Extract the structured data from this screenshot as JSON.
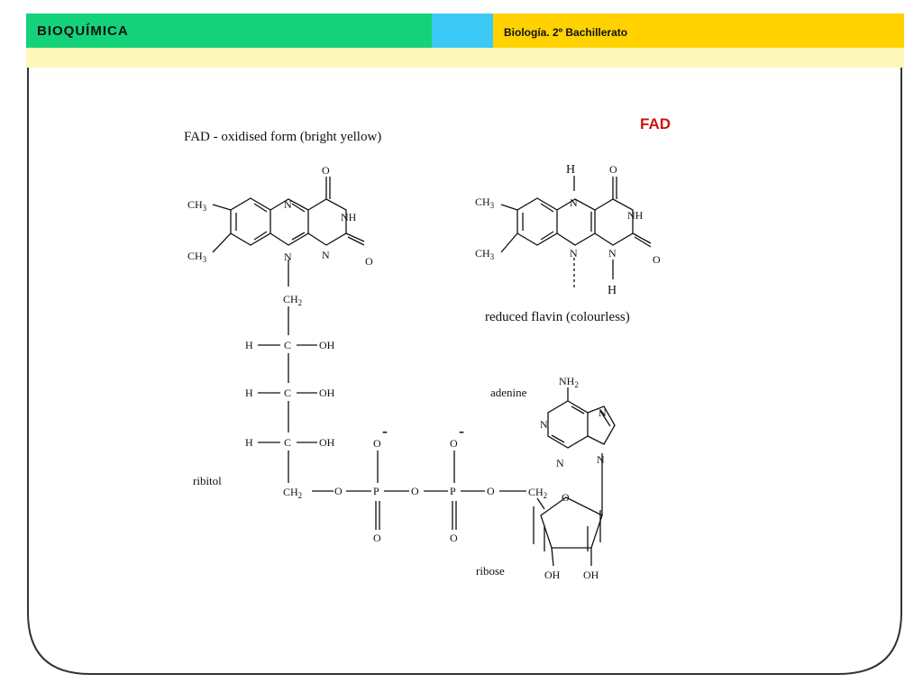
{
  "header": {
    "title": "BIOQUÍMICA",
    "subtitle": "Biología. 2º Bachillerato",
    "colors": {
      "green": "#14d27a",
      "cyan": "#3cc8f5",
      "yellow": "#ffd200",
      "stripe": "#fdf7b9"
    }
  },
  "slide": {
    "label": "FAD",
    "label_color": "#cc1111"
  },
  "diagram": {
    "caption_oxidised": "FAD - oxidised form   (bright yellow)",
    "caption_reduced": "reduced flavin   (colourless)",
    "label_ribitol": "ribitol",
    "label_adenine": "adenine",
    "label_ribose": "ribose",
    "atoms": {
      "CH3": "CH",
      "sub3": "3",
      "CH2": "CH",
      "sub2": "2",
      "NH2": "NH",
      "N": "N",
      "NH": "NH",
      "O": "O",
      "H": "H",
      "C": "C",
      "OH": "OH",
      "P": "P",
      "minus": "-"
    }
  }
}
